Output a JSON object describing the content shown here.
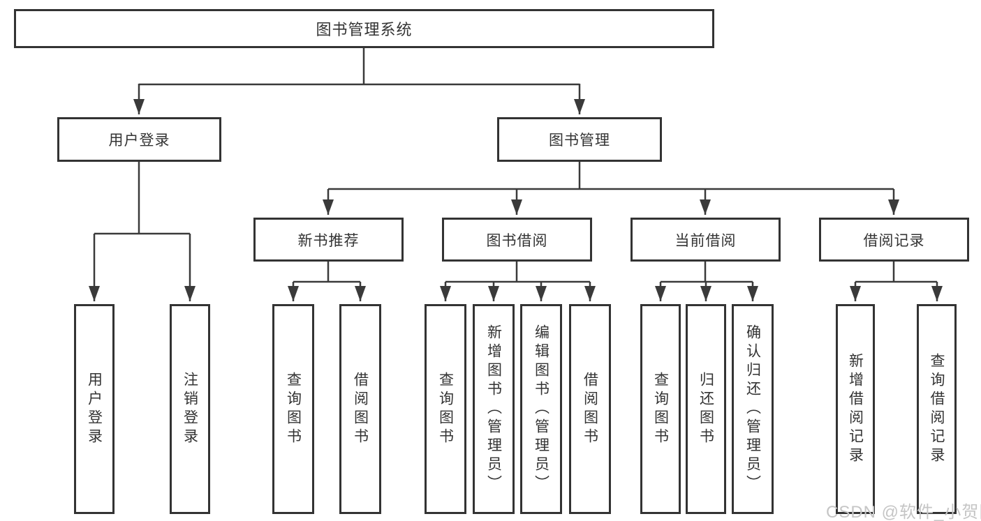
{
  "diagram": {
    "title": "图书管理系统",
    "root": {
      "label": "图书管理系统"
    },
    "level1": {
      "user_login": {
        "label": "用户登录"
      },
      "book_management": {
        "label": "图书管理"
      }
    },
    "level2": {
      "new_book_recommend": {
        "label": "新书推荐"
      },
      "book_borrow": {
        "label": "图书借阅"
      },
      "current_borrow": {
        "label": "当前借阅"
      },
      "borrow_records": {
        "label": "借阅记录"
      }
    },
    "leaves": {
      "user_login": [
        "用户登录",
        "注销登录"
      ],
      "new_book_recommend": [
        "查询图书",
        "借阅图书"
      ],
      "book_borrow": [
        "查询图书",
        "新增图书（管理员）",
        "编辑图书（管理员）",
        "借阅图书"
      ],
      "current_borrow": [
        "查询图书",
        "归还图书",
        "确认归还（管理员）"
      ],
      "borrow_records": [
        "新增借阅记录",
        "查询借阅记录"
      ]
    },
    "watermark": "CSDN @软件_小贺同学",
    "colors": {
      "border": "#333333",
      "connector": "#3a3a3a",
      "text": "#333333",
      "watermark": "#c5c5c5",
      "background": "#ffffff"
    }
  }
}
